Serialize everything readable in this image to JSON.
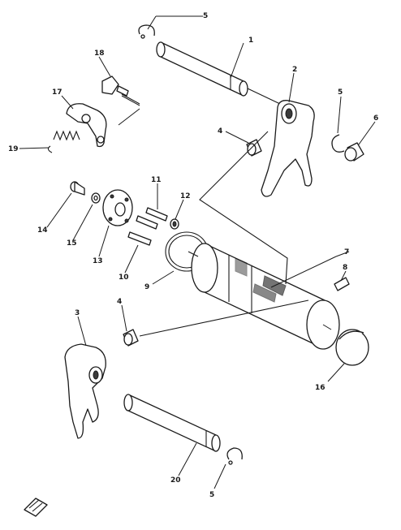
{
  "diagram": {
    "callouts": {
      "c1": "1",
      "c2": "2",
      "c3": "3",
      "c4a": "4",
      "c4b": "4",
      "c5a": "5",
      "c5b": "5",
      "c6": "6",
      "c7": "7",
      "c8": "8",
      "c9": "9",
      "c10": "10",
      "c11": "11",
      "c12": "12",
      "c13": "13",
      "c14": "14",
      "c15": "15",
      "c16": "16",
      "c17": "17",
      "c18": "18",
      "c19": "19",
      "c20": "20"
    }
  }
}
